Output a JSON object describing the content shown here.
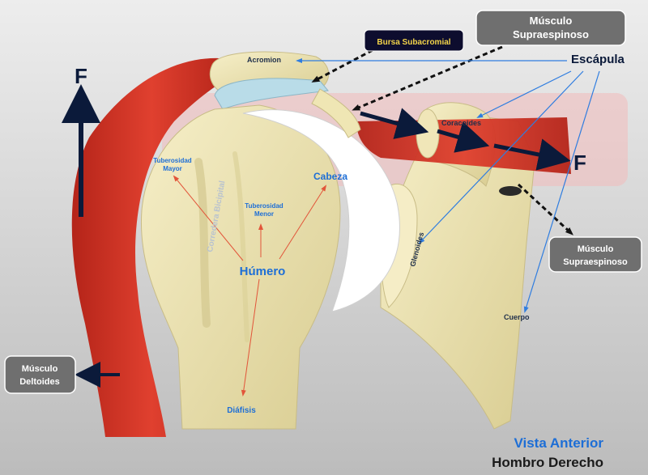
{
  "labels": {
    "acromion": "Acromion",
    "bursa": "Bursa Subacromial",
    "supraespinoso_top_line1": "Músculo",
    "supraespinoso_top_line2": "Supraespinoso",
    "escapula": "Escápula",
    "coracoides": "Coracoides",
    "tuberosidad_mayor_line1": "Tuberosidad",
    "tuberosidad_mayor_line2": "Mayor",
    "corredera": "Corredera Bicipital",
    "tuberosidad_menor_line1": "Tuberosidad",
    "tuberosidad_menor_line2": "Menor",
    "cabeza": "Cabeza",
    "humero": "Húmero",
    "glenoides": "Glenoides",
    "diafisis": "Diáfisis",
    "cuerpo": "Cuerpo",
    "supraespinoso_right_line1": "Músculo",
    "supraespinoso_right_line2": "Supraespinoso",
    "deltoides_line1": "Músculo",
    "deltoides_line2": "Deltoides",
    "force_left": "F",
    "force_right": "F",
    "view_caption": "Vista Anterior",
    "side_caption": "Hombro Derecho"
  },
  "colors": {
    "background_top": "#e6e6e6",
    "background_bottom": "#bfbfbf",
    "bone": "#efe6b4",
    "bone_shadow": "#cfc48c",
    "muscle": "#d9342a",
    "muscle_dark": "#a61f18",
    "bursa": "#b9dce8",
    "cartilage": "#ffffff",
    "label_box": "#6f6f6f",
    "bursa_box": "#0d0d2e",
    "bursa_text": "#f3d44a",
    "arrow_dark": "#0b1a3a",
    "pointer_blue": "#2f7de0",
    "pointer_red": "#e2553a",
    "highlight_band": "#f2bcbc"
  }
}
